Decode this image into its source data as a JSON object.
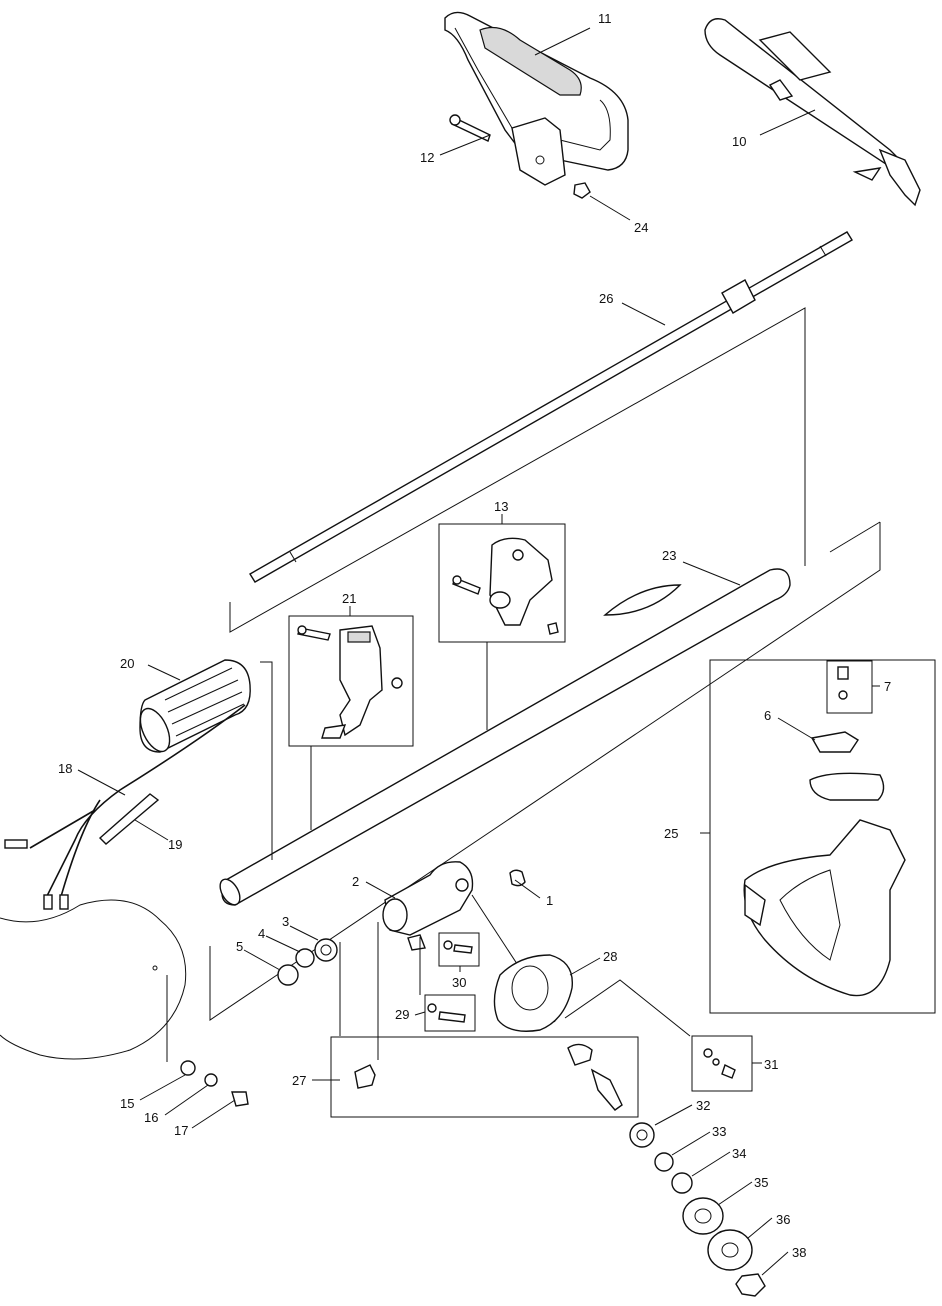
{
  "diagram": {
    "labels": [
      "1",
      "2",
      "3",
      "4",
      "5",
      "6",
      "7",
      "10",
      "11",
      "12",
      "13",
      "15",
      "16",
      "17",
      "18",
      "19",
      "20",
      "21",
      "23",
      "24",
      "25",
      "26",
      "27",
      "28",
      "29",
      "30",
      "31",
      "32",
      "33",
      "34",
      "35",
      "36",
      "38"
    ]
  }
}
